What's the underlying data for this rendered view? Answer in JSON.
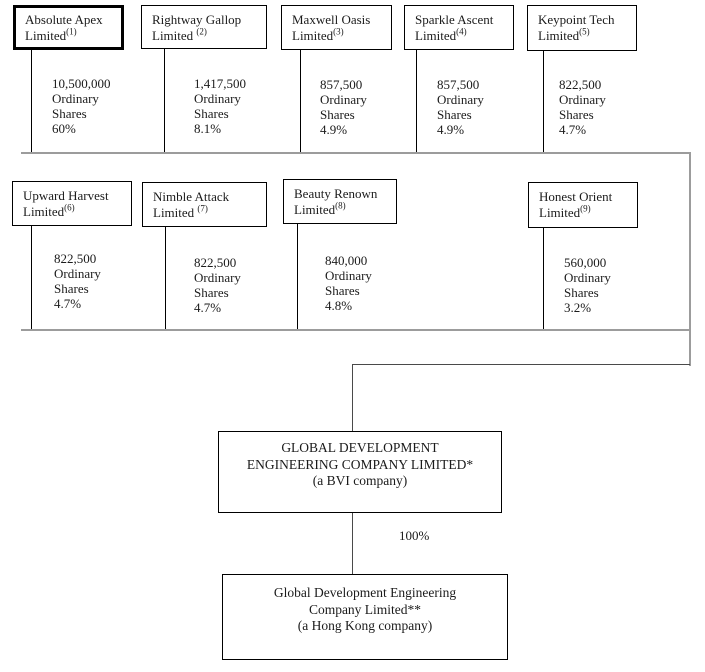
{
  "companies": [
    {
      "name": "Absolute Apex Limited",
      "footnote": "(1)",
      "shares": "10,500,000",
      "share_word1": "Ordinary",
      "share_word2": "Shares",
      "percent": "60%"
    },
    {
      "name": "Rightway Gallop Limited ",
      "footnote": "(2)",
      "shares": "1,417,500",
      "share_word1": "Ordinary",
      "share_word2": "Shares",
      "percent": "8.1%"
    },
    {
      "name": "Maxwell Oasis Limited",
      "footnote": "(3)",
      "shares": "857,500",
      "share_word1": "Ordinary",
      "share_word2": "Shares",
      "percent": "4.9%"
    },
    {
      "name": "Sparkle Ascent Limited",
      "footnote": "(4)",
      "shares": "857,500",
      "share_word1": "Ordinary",
      "share_word2": "Shares",
      "percent": "4.9%"
    },
    {
      "name": "Keypoint Tech Limited",
      "footnote": "(5)",
      "shares": "822,500",
      "share_word1": "Ordinary",
      "share_word2": "Shares",
      "percent": "4.7%"
    },
    {
      "name": "Upward Harvest Limited",
      "footnote": "(6)",
      "shares": "822,500",
      "share_word1": "Ordinary",
      "share_word2": "Shares",
      "percent": "4.7%"
    },
    {
      "name": "Nimble Attack Limited ",
      "footnote": "(7)",
      "shares": "822,500",
      "share_word1": "Ordinary",
      "share_word2": "Shares",
      "percent": "4.7%"
    },
    {
      "name": "Beauty Renown Limited",
      "footnote": "(8)",
      "shares": "840,000",
      "share_word1": "Ordinary",
      "share_word2": "Shares",
      "percent": "4.8%"
    },
    {
      "name": "Honest Orient Limited",
      "footnote": "(9)",
      "shares": "560,000",
      "share_word1": "Ordinary",
      "share_word2": "Shares",
      "percent": "3.2%"
    }
  ],
  "holding_company": {
    "line1": "GLOBAL DEVELOPMENT",
    "line2": "ENGINEERING COMPANY LIMITED*",
    "line3": "(a BVI company)"
  },
  "hk_company": {
    "line1": "Global Development Engineering",
    "line2": "Company Limited**",
    "line3": "(a Hong Kong company)"
  },
  "ownership_percent_label": "100%"
}
